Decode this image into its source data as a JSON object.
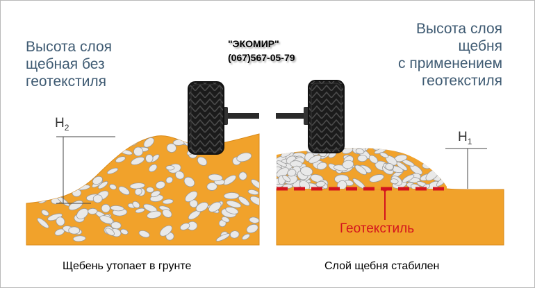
{
  "left_panel": {
    "title_lines": [
      "Высота слоя",
      "щебная без",
      "геотекстиля"
    ],
    "height_symbol": "H",
    "height_index": "2",
    "caption": "Щебень утопает в грунте"
  },
  "right_panel": {
    "title_lines": [
      "Высота слоя",
      "щебня",
      "с применением",
      "геотекстиля"
    ],
    "height_symbol": "H",
    "height_index": "1",
    "caption": "Слой щебня стабилен",
    "geotextile_label": "Геотекстиль"
  },
  "brand": {
    "name": "\"ЭКОМИР\"",
    "phone": "(067)567-05-79"
  },
  "colors": {
    "soil": "#f1a22b",
    "soil_dark": "#d98a19",
    "stone": "#e9e9e9",
    "stone_edge": "#9a9a9a",
    "title_text": "#3e5a72",
    "geotextile": "#d4141e",
    "tire": "#1b1b1b"
  }
}
